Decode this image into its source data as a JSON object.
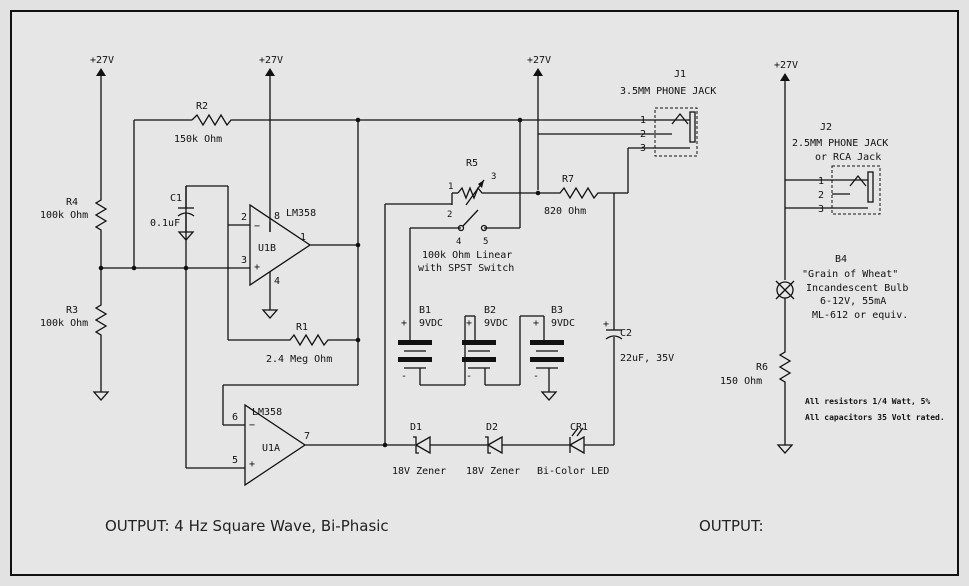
{
  "supply": {
    "v27": "+27V"
  },
  "resistors": {
    "r2": {
      "ref": "R2",
      "value": "150k Ohm"
    },
    "r4": {
      "ref": "R4",
      "value": "100k Ohm"
    },
    "r3": {
      "ref": "R3",
      "value": "100k Ohm"
    },
    "r1": {
      "ref": "R1",
      "value": "2.4 Meg Ohm"
    },
    "r5": {
      "ref": "R5",
      "value": "100k Ohm Linear",
      "extra": "with SPST Switch"
    },
    "r7": {
      "ref": "R7",
      "value": "820 Ohm"
    },
    "r6": {
      "ref": "R6",
      "value": "150 Ohm"
    }
  },
  "capacitors": {
    "c1": {
      "ref": "C1",
      "value": "0.1uF"
    },
    "c2": {
      "ref": "C2",
      "value": "22uF, 35V"
    }
  },
  "opamps": {
    "u1b": {
      "part": "LM358",
      "ref": "U1B",
      "pins": {
        "inv": "2",
        "noninv": "3",
        "out": "1",
        "vcc": "8",
        "gnd": "4"
      }
    },
    "u1a": {
      "part": "LM358",
      "ref": "U1A",
      "pins": {
        "inv": "6",
        "noninv": "5",
        "out": "7"
      }
    }
  },
  "jacks": {
    "j1": {
      "ref": "J1",
      "name": "3.5MM PHONE JACK",
      "pins": [
        "1",
        "2",
        "3"
      ]
    },
    "j2": {
      "ref": "J2",
      "name": "2.5MM PHONE JACK",
      "name2": "or RCA Jack",
      "pins": [
        "1",
        "2",
        "3"
      ]
    }
  },
  "batteries": [
    {
      "ref": "B1",
      "value": "9VDC"
    },
    {
      "ref": "B2",
      "value": "9VDC"
    },
    {
      "ref": "B3",
      "value": "9VDC"
    }
  ],
  "diodes": {
    "d1": {
      "ref": "D1",
      "value": "18V Zener"
    },
    "d2": {
      "ref": "D2",
      "value": "18V Zener"
    },
    "cr1": {
      "ref": "CR1",
      "value": "Bi-Color LED"
    }
  },
  "bulb": {
    "ref": "B4",
    "lines": [
      "\"Grain of Wheat\"",
      "Incandescent Bulb",
      "6-12V, 55mA",
      "ML-612 or equiv."
    ]
  },
  "switch_pins": {
    "p1": "1",
    "p2": "2",
    "p3": "3",
    "p4": "4",
    "p5": "5"
  },
  "pin_plus": "+",
  "pin_minus": "-",
  "notes": [
    "All resistors 1/4 Watt, 5%",
    "All capacitors 35 Volt rated."
  ],
  "outputs": {
    "left": "OUTPUT: 4 Hz Square Wave, Bi-Phasic",
    "right": "OUTPUT:"
  }
}
